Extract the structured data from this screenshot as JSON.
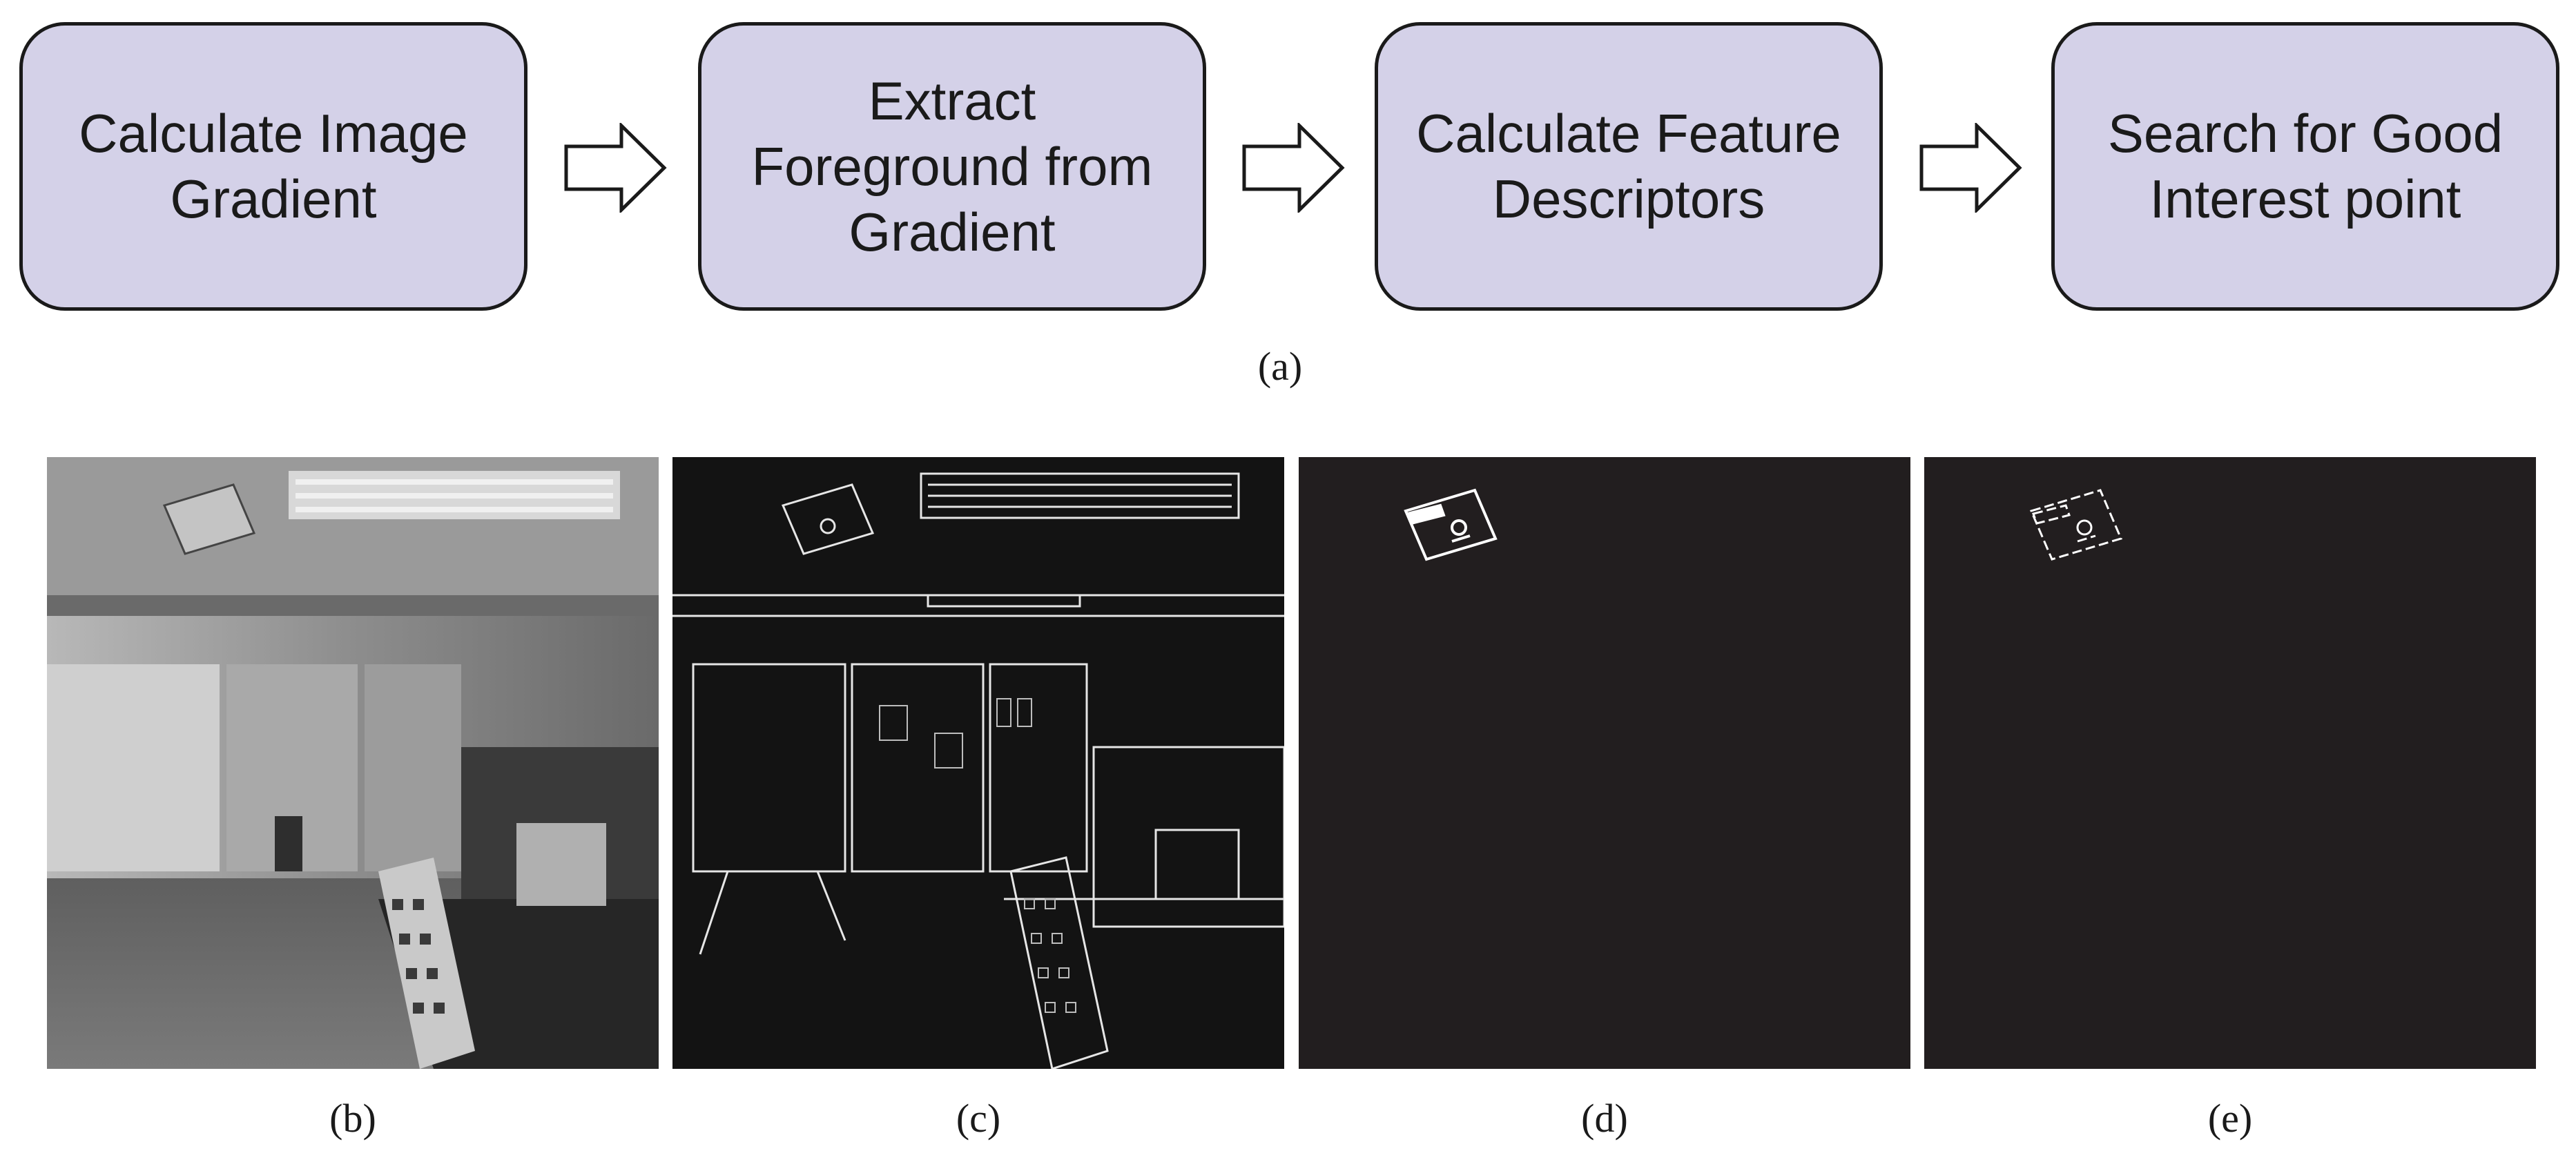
{
  "flow": {
    "steps": [
      {
        "label": "Calculate Image\nGradient"
      },
      {
        "label": "Extract\nForeground from\nGradient"
      },
      {
        "label": "Calculate Feature\nDescriptors"
      },
      {
        "label": "Search for Good\nInterest point"
      }
    ],
    "caption": "(a)",
    "colors": {
      "box_fill": "#d4d1e8",
      "stroke": "#1a1a1a"
    }
  },
  "panels": [
    {
      "caption": "(b)",
      "kind": "grayscale-photo"
    },
    {
      "caption": "(c)",
      "kind": "gradient-edges"
    },
    {
      "caption": "(d)",
      "kind": "foreground-mask"
    },
    {
      "caption": "(e)",
      "kind": "interest-points"
    }
  ],
  "colors": {
    "mask_background": "#221e1f"
  }
}
